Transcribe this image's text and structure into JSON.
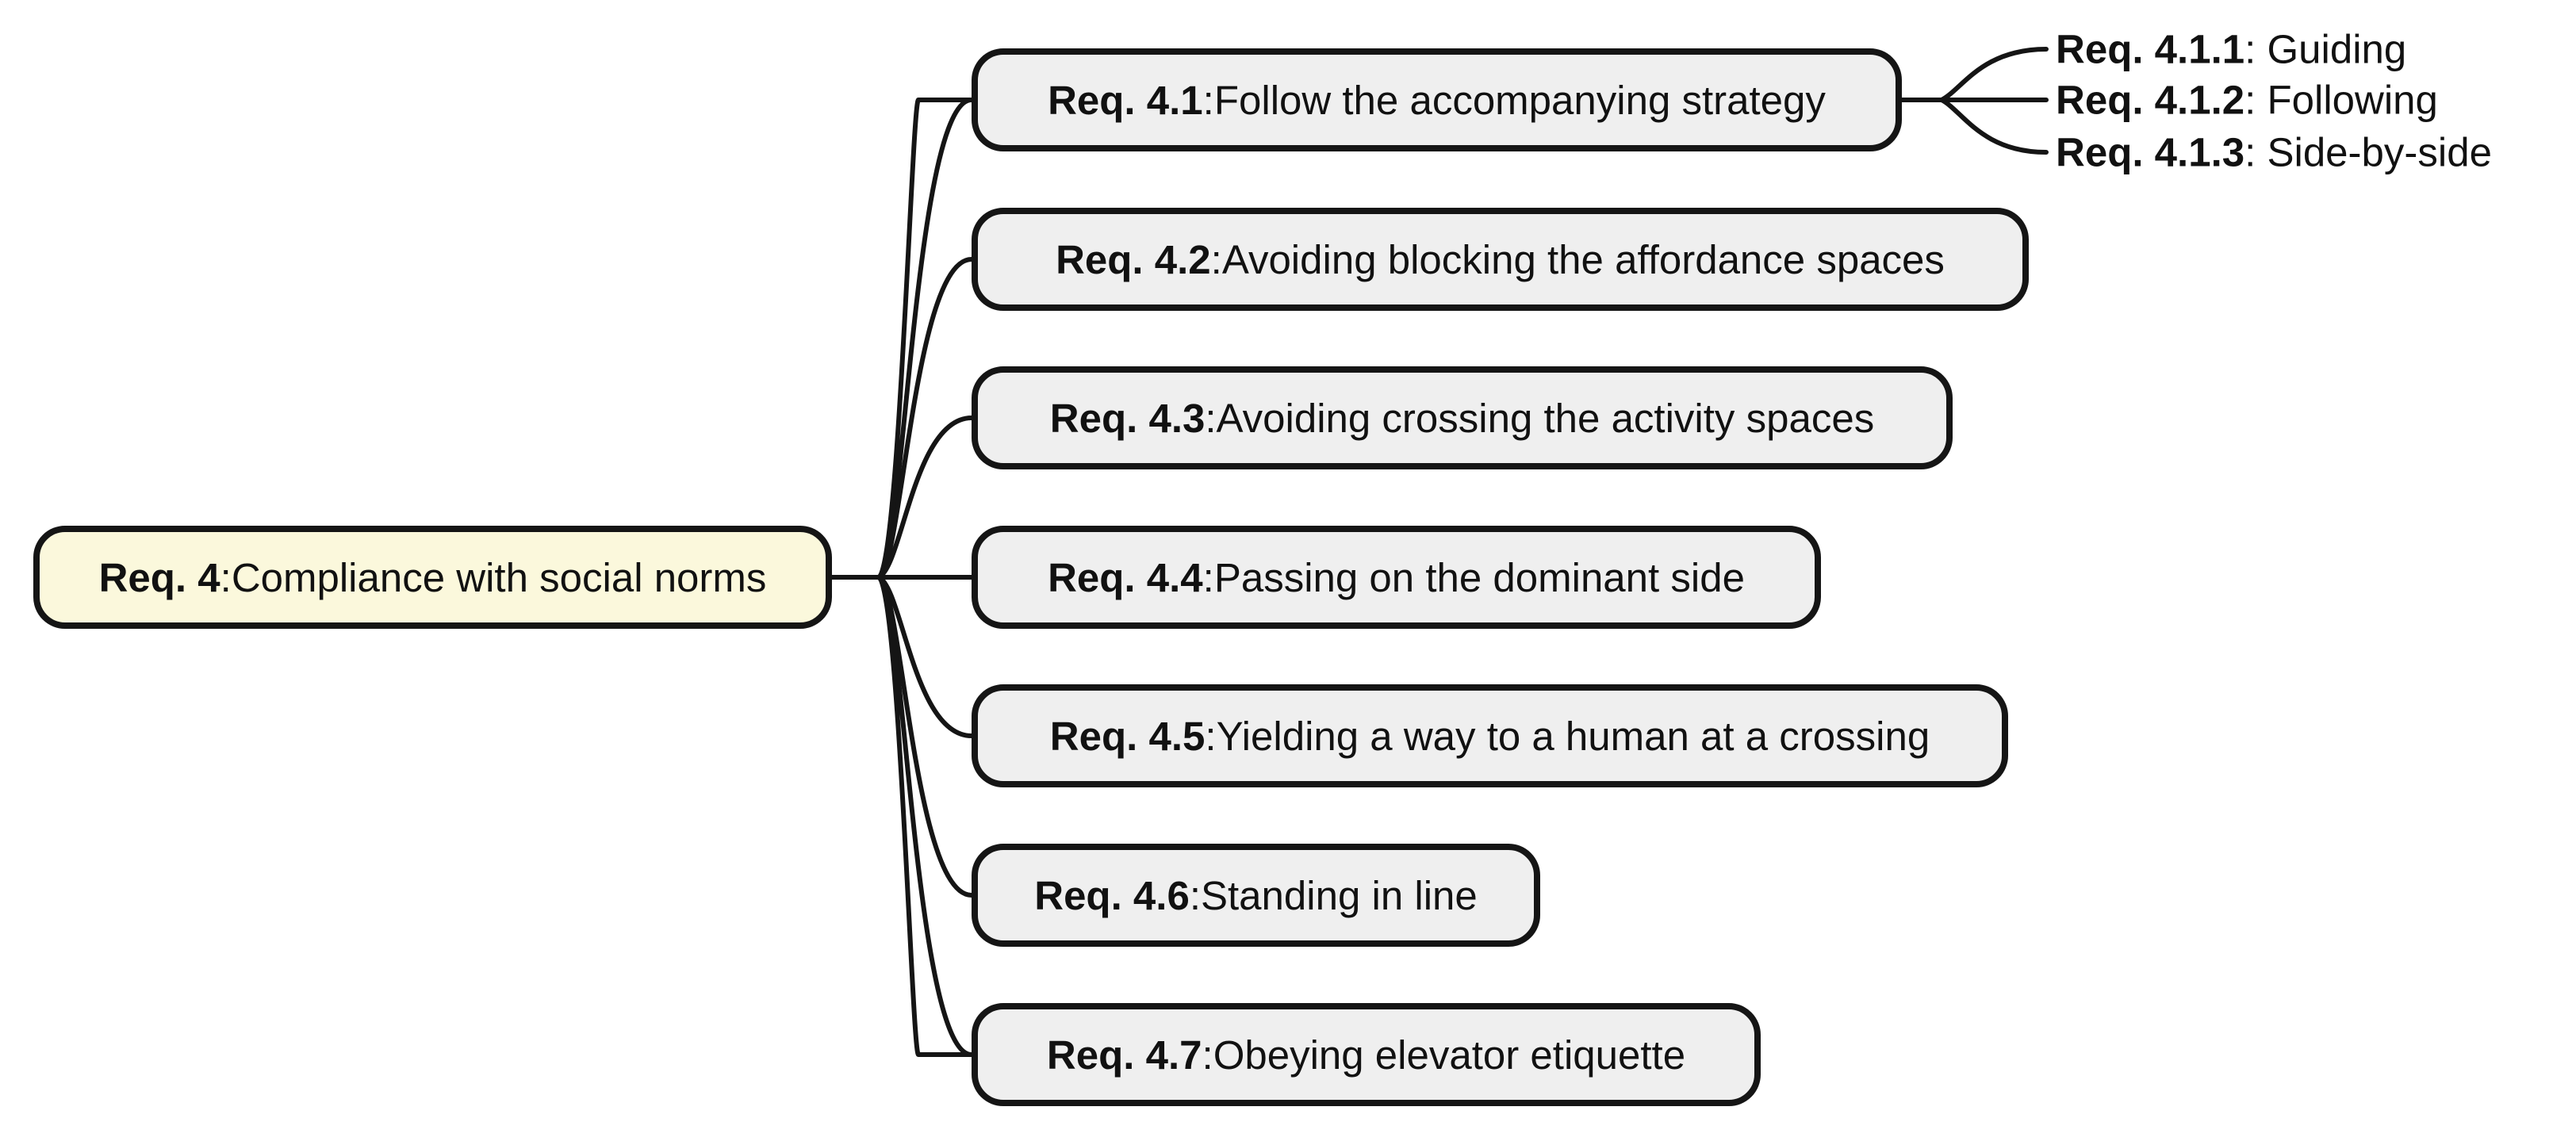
{
  "diagram": {
    "separator": ": ",
    "root": {
      "id": "Req. 4",
      "label": "Compliance with social norms"
    },
    "children": [
      {
        "id": "Req. 4.1",
        "label": "Follow the accompanying strategy"
      },
      {
        "id": "Req. 4.2",
        "label": "Avoiding blocking the affordance spaces"
      },
      {
        "id": "Req. 4.3",
        "label": "Avoiding crossing the activity spaces"
      },
      {
        "id": "Req. 4.4",
        "label": "Passing on the dominant side"
      },
      {
        "id": "Req. 4.5",
        "label": "Yielding a way to a human at a crossing"
      },
      {
        "id": "Req. 4.6",
        "label": "Standing in line"
      },
      {
        "id": "Req. 4.7",
        "label": "Obeying elevator etiquette"
      }
    ],
    "leaves": [
      {
        "id": "Req. 4.1.1",
        "label": "Guiding"
      },
      {
        "id": "Req. 4.1.2",
        "label": "Following"
      },
      {
        "id": "Req. 4.1.3",
        "label": "Side-by-side"
      }
    ],
    "colors": {
      "root_fill": "#FBF8DC",
      "child_fill": "#EFEFEF",
      "outline": "#151515"
    }
  }
}
